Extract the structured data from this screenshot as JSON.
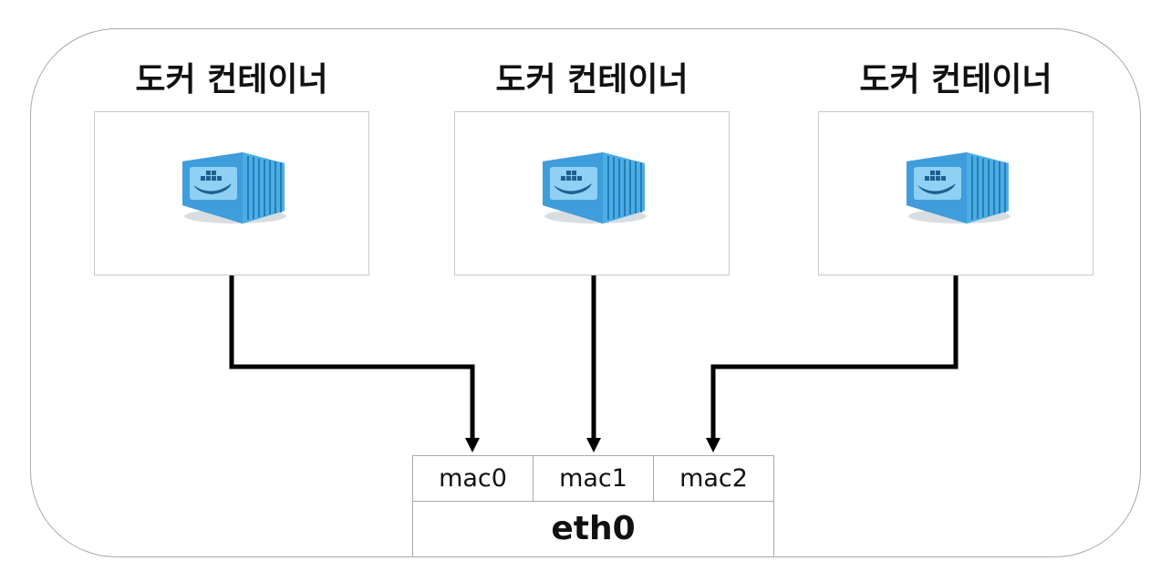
{
  "containers": [
    {
      "title": "도커 컨테이너",
      "icon": "docker-container-icon"
    },
    {
      "title": "도커 컨테이너",
      "icon": "docker-container-icon"
    },
    {
      "title": "도커 컨테이너",
      "icon": "docker-container-icon"
    }
  ],
  "interface": {
    "macs": [
      "mac0",
      "mac1",
      "mac2"
    ],
    "name": "eth0"
  },
  "colors": {
    "container_blue": "#3f9ddb",
    "container_light": "#8fd0f4",
    "frame_border": "#a9a9a9",
    "line": "#000000"
  }
}
